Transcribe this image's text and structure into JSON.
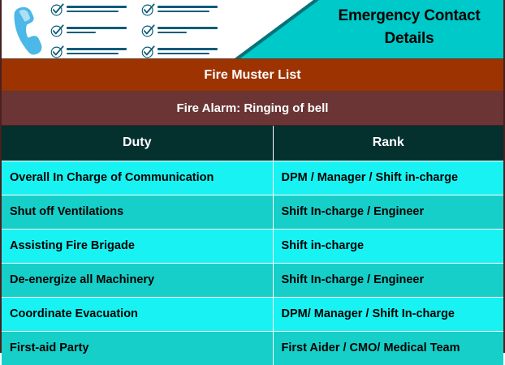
{
  "banner": {
    "title": "Emergency Contact Details",
    "title_line1": "Emergency Contact",
    "title_line2": "Details",
    "phone_icon": "telephone-handset-icon",
    "check_icon": "circled-checkmark-icon",
    "teal_color": "#00c9c9",
    "teal_edge_color": "#0a7179",
    "phone_color": "#4bb8e8",
    "line_color": "#0c5c7a"
  },
  "bars": {
    "muster": "Fire Muster List",
    "muster_color": "#9c3301",
    "alarm": "Fire Alarm: Ringing of bell",
    "alarm_color": "#6b3535"
  },
  "table": {
    "header_color": "#04302e",
    "row_odd_color": "#19f2f2",
    "row_even_color": "#16cfc9",
    "columns": [
      {
        "label": "Duty"
      },
      {
        "label": "Rank"
      }
    ],
    "rows": [
      {
        "duty": "Overall In Charge of Communication",
        "rank": "DPM / Manager / Shift in-charge"
      },
      {
        "duty": "Shut off Ventilations",
        "rank": "Shift In-charge / Engineer"
      },
      {
        "duty": "Assisting Fire Brigade",
        "rank": "Shift in-charge"
      },
      {
        "duty": "De-energize all Machinery",
        "rank": "Shift In-charge / Engineer"
      },
      {
        "duty": "Coordinate Evacuation",
        "rank": "DPM/ Manager / Shift In-charge"
      },
      {
        "duty": "First-aid Party",
        "rank": "First Aider / CMO/ Medical Team"
      }
    ]
  }
}
